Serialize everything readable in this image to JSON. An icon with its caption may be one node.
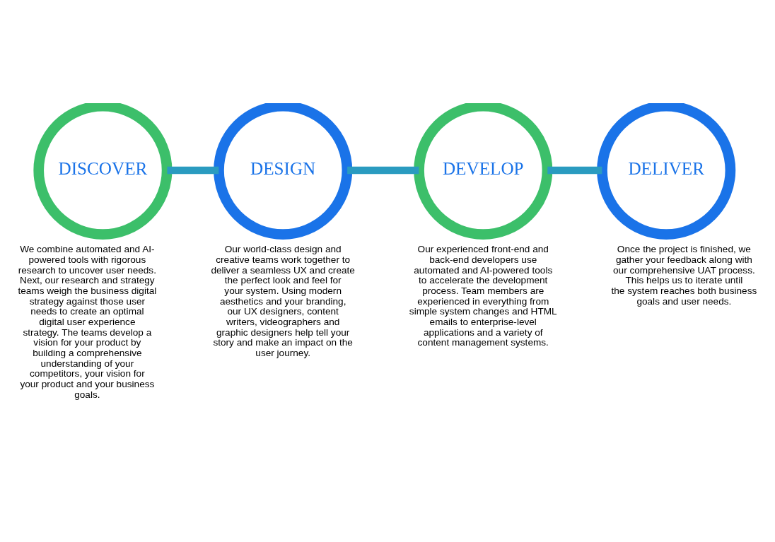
{
  "diagram": {
    "nodes": [
      {
        "text": [
          "DISCOVER"
        ],
        "beside": [
          "We combine automated and AI-powered tools with rigorous research to uncover user needs. Next, our research and strategy teams weigh the business digital strategy against those user needs to create an optimal digital user experience strategy. The teams develop a vision for your product by building a comprehensive understanding of your competitors, your vision for your product and your business goals."
        ]
      },
      {
        "text": [
          "DESIGN"
        ],
        "beside": [
          "Our world-class design and creative teams work together to deliver a seamless UX and create the perfect look and feel for your system. Using modern aesthetics and your branding, our UX designers, content writers, videographers and graphic designers help tell your story and make an impact on the user journey."
        ]
      },
      {
        "text": [
          "DEVELOP"
        ],
        "beside": [
          "Our experienced front-end and back-end developers use automated and AI-powered tools to accelerate the development process. Team members are experienced in everything from simple system changes and HTML emails to enterprise-level applications and a variety of content management systems."
        ]
      },
      {
        "text": [
          "DELIVER"
        ],
        "beside": [
          "Once the project is finished, we gather your feedback along with our comprehensive UAT process. This helps us to iterate until the system reaches both business goals and user needs."
        ]
      }
    ],
    "edges": [
      {
        "from": 0,
        "to": 1,
        "arrow": "none"
      },
      {
        "from": 1,
        "to": 2,
        "arrow": "none"
      },
      {
        "from": 2,
        "to": 3,
        "arrow": "none"
      }
    ]
  }
}
